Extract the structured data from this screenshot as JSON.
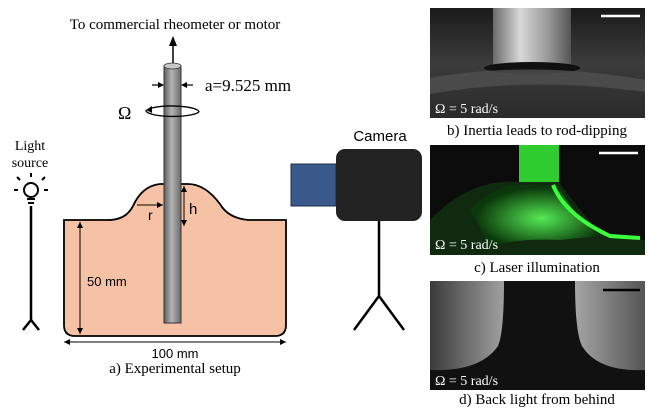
{
  "setup": {
    "top_label": "To commercial rheometer or motor",
    "radius_label": "a=9.525 mm",
    "omega_symbol": "Ω",
    "light_source_line1": "Light",
    "light_source_line2": "source",
    "camera_label": "Camera",
    "r_label": "r",
    "h_label": "h",
    "height_label": "50 mm",
    "width_label": "100 mm",
    "caption": "a) Experimental setup",
    "fluid_color": "#f6c2a6"
  },
  "photos": [
    {
      "overlay": "Ω = 5 rad/s",
      "caption": "b) Inertia leads to rod-dipping",
      "scalebar_color": "#ffffff"
    },
    {
      "overlay": "Ω = 5 rad/s",
      "caption": "c) Laser illumination",
      "scalebar_color": "#ffffff"
    },
    {
      "overlay": "Ω = 5 rad/s",
      "caption": "d) Back light from behind",
      "scalebar_color": "#000000"
    }
  ]
}
